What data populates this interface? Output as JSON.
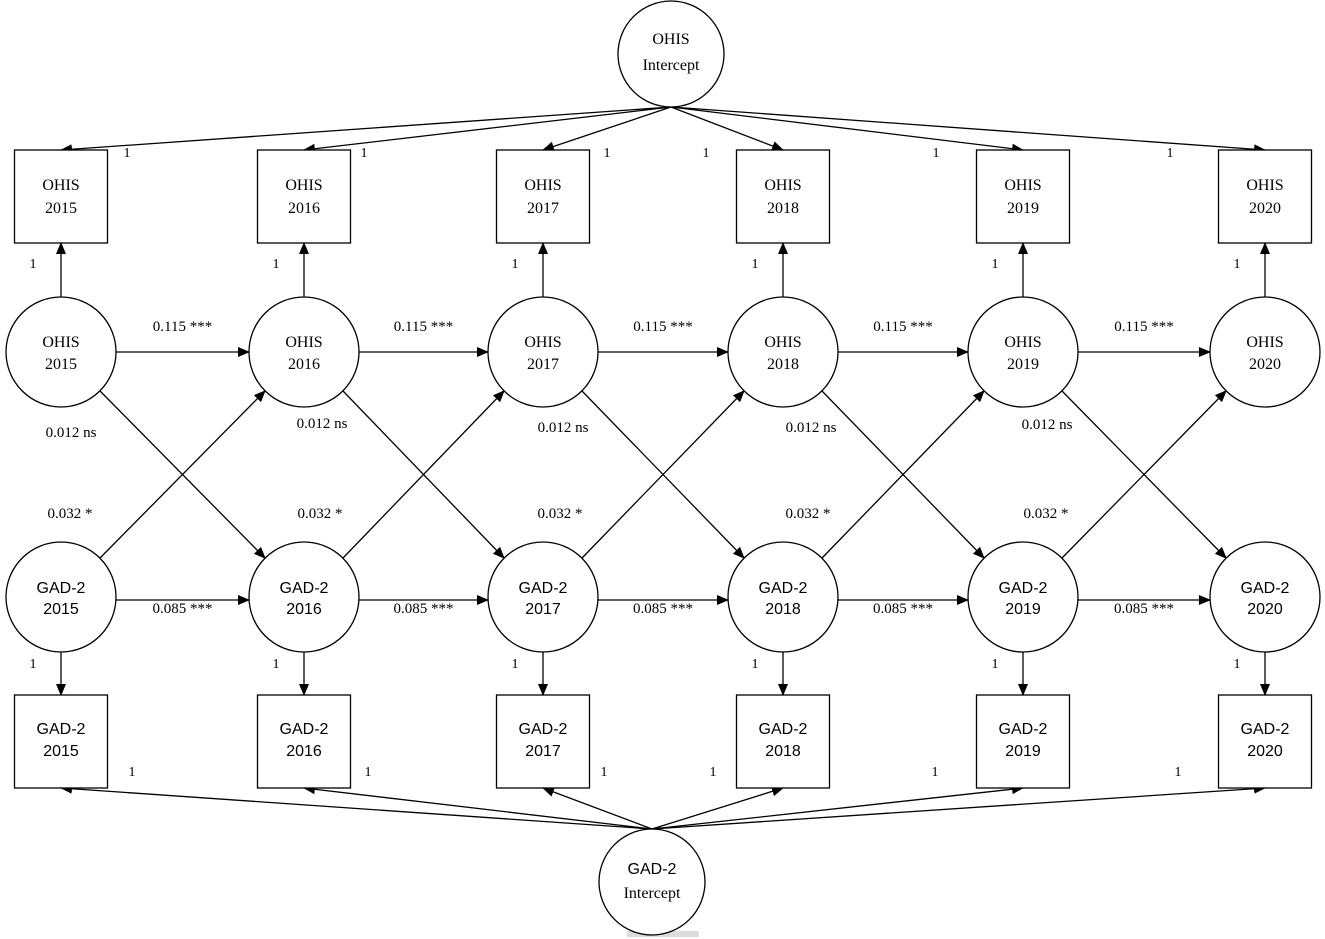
{
  "ohis_intercept": {
    "line1": "OHIS",
    "line2": "Intercept"
  },
  "gad_intercept": {
    "line1": "GAD-2",
    "line2": "Intercept"
  },
  "years": [
    "2015",
    "2016",
    "2017",
    "2018",
    "2019",
    "2020"
  ],
  "ohis_name": "OHIS",
  "gad_name": "GAD-2",
  "loading": "1",
  "paths": {
    "ohis_autoregressive": "0.115 ***",
    "gad_autoregressive": "0.085 ***",
    "ohis_to_gad": "0.012 ns",
    "gad_to_ohis": "0.032 *"
  },
  "footer_bar_color": "#dcdcdc"
}
